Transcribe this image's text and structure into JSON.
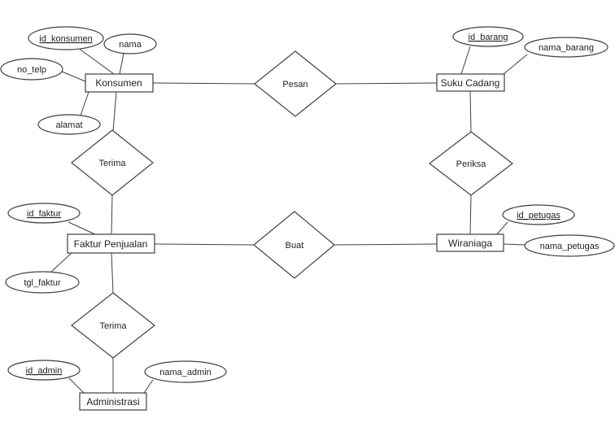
{
  "diagram": {
    "type": "entity-relationship-diagram",
    "background_color": "#ffffff",
    "stroke_color": "#404040",
    "text_color": "#1f1f1f",
    "entities": [
      {
        "id": "konsumen",
        "label": "Konsumen"
      },
      {
        "id": "suku-cadang",
        "label": "Suku Cadang"
      },
      {
        "id": "faktur-penjualan",
        "label": "Faktur Penjualan"
      },
      {
        "id": "wiraniaga",
        "label": "Wiraniaga"
      },
      {
        "id": "administrasi",
        "label": "Administrasi"
      }
    ],
    "relationships": [
      {
        "id": "pesan",
        "label": "Pesan",
        "connects": [
          "Konsumen",
          "Suku Cadang"
        ]
      },
      {
        "id": "terima-atas",
        "label": "Terima",
        "connects": [
          "Konsumen",
          "Faktur Penjualan"
        ]
      },
      {
        "id": "periksa",
        "label": "Periksa",
        "connects": [
          "Suku Cadang",
          "Wiraniaga"
        ]
      },
      {
        "id": "buat",
        "label": "Buat",
        "connects": [
          "Faktur Penjualan",
          "Wiraniaga"
        ]
      },
      {
        "id": "terima-bawah",
        "label": "Terima",
        "connects": [
          "Faktur Penjualan",
          "Administrasi"
        ]
      }
    ],
    "attributes": [
      {
        "id": "id_konsumen",
        "label": "id_konsumen",
        "entity": "Konsumen",
        "primary_key": true
      },
      {
        "id": "nama",
        "label": "nama",
        "entity": "Konsumen",
        "primary_key": false
      },
      {
        "id": "no_telp",
        "label": "no_telp",
        "entity": "Konsumen",
        "primary_key": false
      },
      {
        "id": "alamat",
        "label": "alamat",
        "entity": "Konsumen",
        "primary_key": false
      },
      {
        "id": "id_barang",
        "label": "id_barang",
        "entity": "Suku Cadang",
        "primary_key": true
      },
      {
        "id": "nama_barang",
        "label": "nama_barang",
        "entity": "Suku Cadang",
        "primary_key": false
      },
      {
        "id": "id_faktur",
        "label": "id_faktur",
        "entity": "Faktur Penjualan",
        "primary_key": true
      },
      {
        "id": "tgl_faktur",
        "label": "tgl_faktur",
        "entity": "Faktur Penjualan",
        "primary_key": false
      },
      {
        "id": "id_petugas",
        "label": "id_petugas",
        "entity": "Wiraniaga",
        "primary_key": true
      },
      {
        "id": "nama_petugas",
        "label": "nama_petugas",
        "entity": "Wiraniaga",
        "primary_key": false
      },
      {
        "id": "id_admin",
        "label": "id_admin",
        "entity": "Administrasi",
        "primary_key": true
      },
      {
        "id": "nama_admin",
        "label": "nama_admin",
        "entity": "Administrasi",
        "primary_key": false
      }
    ]
  }
}
